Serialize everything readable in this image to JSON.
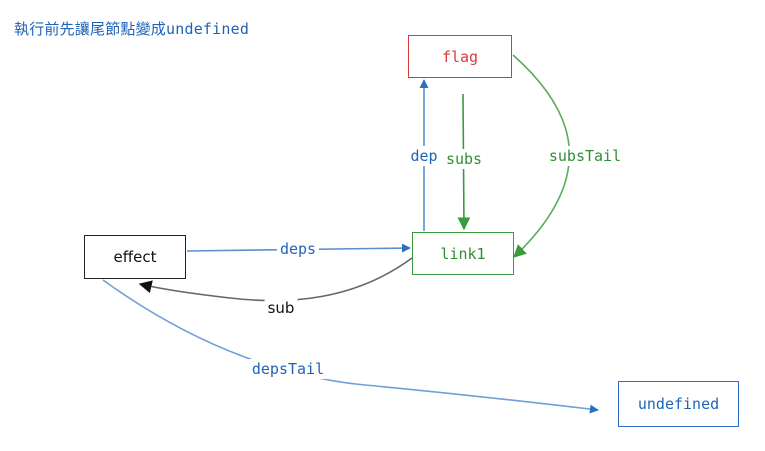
{
  "title": "執行前先讓尾節點變成undefined",
  "nodes": {
    "flag": "flag",
    "link1": "link1",
    "effect": "effect",
    "undefined": "undefined"
  },
  "edges": {
    "dep": "dep",
    "subs": "subs",
    "subsTail": "subsTail",
    "deps": "deps",
    "sub": "sub",
    "depsTail": "depsTail"
  },
  "colors": {
    "blue": "#1f63b8",
    "green": "#2f8f34",
    "red": "#d83a3a",
    "dark": "#111111",
    "gray": "#666666"
  }
}
